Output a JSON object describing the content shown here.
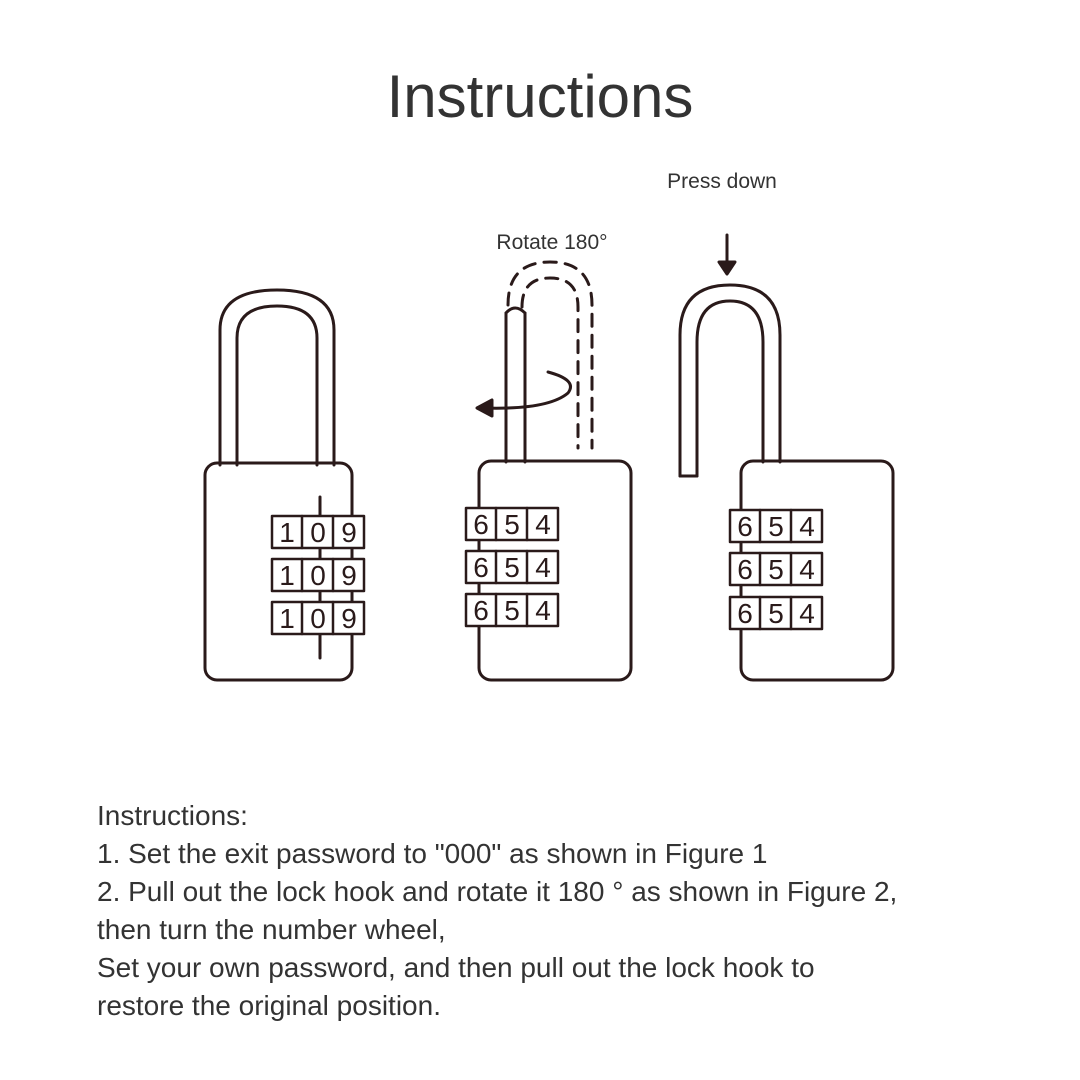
{
  "title": "Instructions",
  "figures": {
    "press_label": "Press down",
    "rotate_label": "Rotate 180°",
    "lock1": {
      "wheels": [
        [
          "1",
          "0",
          "9"
        ],
        [
          "1",
          "0",
          "9"
        ],
        [
          "1",
          "0",
          "9"
        ]
      ]
    },
    "lock2": {
      "wheels": [
        [
          "6",
          "5",
          "4"
        ],
        [
          "6",
          "5",
          "4"
        ],
        [
          "6",
          "5",
          "4"
        ]
      ]
    },
    "lock3": {
      "wheels": [
        [
          "6",
          "5",
          "4"
        ],
        [
          "6",
          "5",
          "4"
        ],
        [
          "6",
          "5",
          "4"
        ]
      ]
    }
  },
  "instructions": {
    "heading": "Instructions:",
    "lines": [
      "1. Set the exit password to \"000\" as shown in Figure 1",
      "2. Pull out the lock hook and rotate it 180 ° as shown in Figure 2,",
      "then turn the number wheel,",
      "Set your own password, and then pull out the lock hook to",
      "restore the original position."
    ]
  },
  "colors": {
    "text": "#333333",
    "line": "#2a1a1a",
    "background": "#ffffff"
  }
}
